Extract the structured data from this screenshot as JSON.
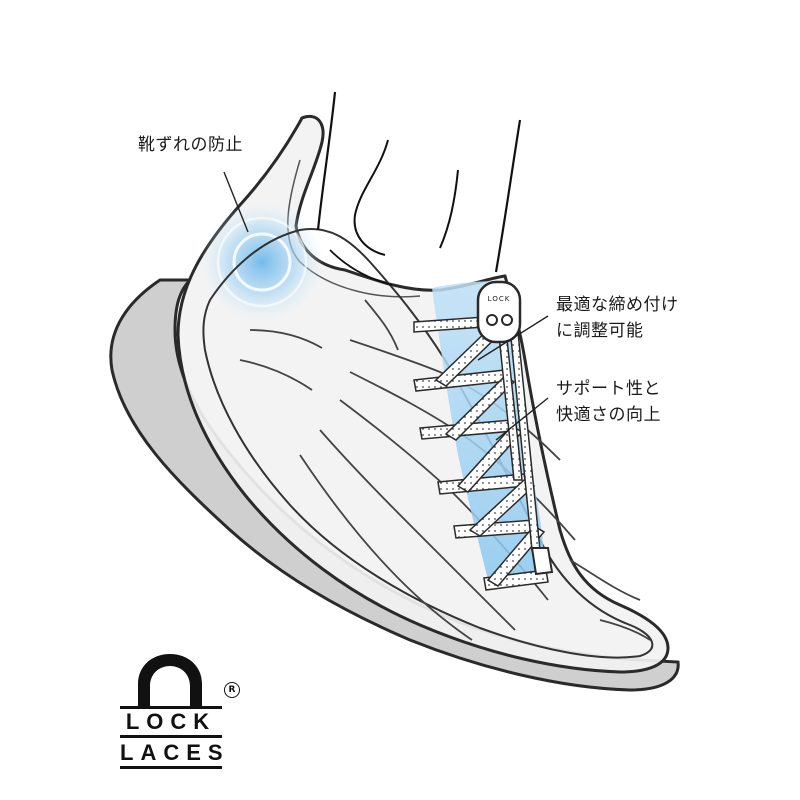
{
  "callouts": {
    "heel": {
      "text": "靴ずれの防止"
    },
    "fit": {
      "line1": "最適な締め付け",
      "line2": "に調整可能"
    },
    "support": {
      "line1": "サポート性と",
      "line2": "快適さの向上"
    }
  },
  "logo": {
    "word1": "LOCK",
    "word2": "LACES",
    "registered": "R",
    "lock_label": "LOCK"
  },
  "colors": {
    "outline": "#2a2a2a",
    "sole_fill": "#cfcfcf",
    "shoe_fill": "#f2f2f2",
    "highlight_blue": "#9fd0f0",
    "lace_fill": "#ffffff"
  }
}
